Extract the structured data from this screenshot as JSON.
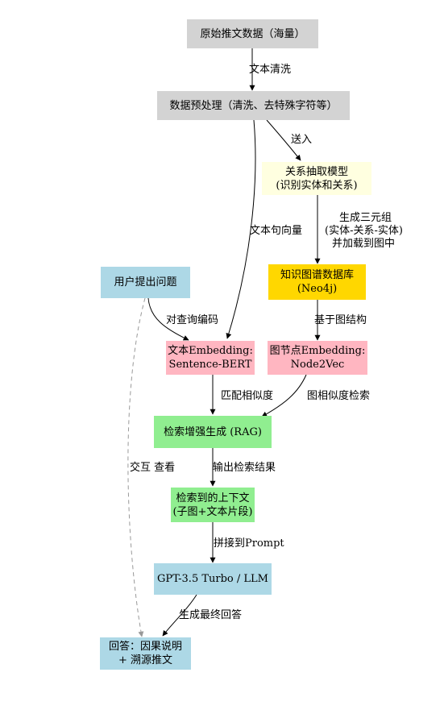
{
  "colors": {
    "gray": "#d3d3d3",
    "lightyellow": "#ffffe0",
    "gold": "#ffd700",
    "lightblue": "#add8e6",
    "pink": "#ffb6c1",
    "lightgreen": "#90ee90",
    "edge": "#000000",
    "dashed_edge": "#999999"
  },
  "nodes": {
    "raw": {
      "line1": "原始推文数据（海量）"
    },
    "preprocess": {
      "line1": "数据预处理（清洗、去特殊字符等）"
    },
    "relation_model": {
      "line1": "关系抽取模型",
      "line2": "(识别实体和关系)"
    },
    "neo4j": {
      "line1": "知识图谱数据库",
      "line2": "(Neo4j)"
    },
    "user_question": {
      "line1": "用户提出问题"
    },
    "text_embedding": {
      "line1": "文本Embedding:",
      "line2": "Sentence-BERT"
    },
    "node_embedding": {
      "line1": "图节点Embedding:",
      "line2": "Node2Vec"
    },
    "rag": {
      "line1": "检索增强生成 (RAG)"
    },
    "context": {
      "line1": "检索到的上下文",
      "line2": "(子图+文本片段)"
    },
    "llm": {
      "line1": "GPT-3.5 Turbo / LLM"
    },
    "answer": {
      "line1": "回答：因果说明",
      "line2": "+ 溯源推文"
    }
  },
  "edge_labels": {
    "clean": "文本清洗",
    "feed": "送入",
    "sentence_vector": "文本句向量",
    "gen_triples_1": "生成三元组",
    "gen_triples_2": "(实体-关系-实体)",
    "gen_triples_3": "并加载到图中",
    "graph_structure": "基于图结构",
    "encode_query": "对查询编码",
    "match_similarity": "匹配相似度",
    "graph_similarity": "图相似度检索",
    "interact_view": "交互 查看",
    "output_results": "输出检索结果",
    "concat_prompt": "拼接到Prompt",
    "gen_answer": "生成最终回答"
  }
}
